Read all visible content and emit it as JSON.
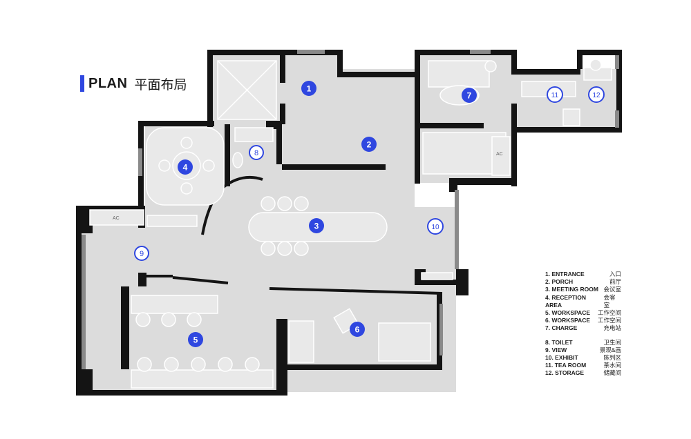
{
  "header": {
    "title_en": "PLAN",
    "title_cn": "平面布局"
  },
  "colors": {
    "accent": "#2f47e0",
    "wall": "#141414",
    "floor": "#dcdcdc",
    "window": "#8a8a8a"
  },
  "labels": {
    "ac": "AC"
  },
  "markers": [
    {
      "num": "1",
      "style": "filled"
    },
    {
      "num": "2",
      "style": "filled"
    },
    {
      "num": "3",
      "style": "filled"
    },
    {
      "num": "4",
      "style": "filled"
    },
    {
      "num": "5",
      "style": "filled"
    },
    {
      "num": "6",
      "style": "filled"
    },
    {
      "num": "7",
      "style": "filled"
    },
    {
      "num": "8",
      "style": "outline"
    },
    {
      "num": "9",
      "style": "outline"
    },
    {
      "num": "10",
      "style": "outline"
    },
    {
      "num": "11",
      "style": "outline"
    },
    {
      "num": "12",
      "style": "outline"
    }
  ],
  "legend": {
    "group1": [
      {
        "en": "1. ENTRANCE",
        "cn": "入口"
      },
      {
        "en": "2. PORCH",
        "cn": "前厅"
      },
      {
        "en": "3. MEETING ROOM",
        "cn": "会议室"
      },
      {
        "en": "4. RECEPTION AREA",
        "cn": "会客室"
      },
      {
        "en": "5. WORKSPACE",
        "cn": "工作空间"
      },
      {
        "en": "6. WORKSPACE",
        "cn": "工作空间"
      },
      {
        "en": "7. CHARGE",
        "cn": "充电站"
      }
    ],
    "group2": [
      {
        "en": "8. TOILET",
        "cn": "卫生间"
      },
      {
        "en": "9. VIEW",
        "cn": "景观&画"
      },
      {
        "en": "10. EXHIBIT",
        "cn": "陈列区"
      },
      {
        "en": "11. TEA ROOM",
        "cn": "茶水间"
      },
      {
        "en": "12. STORAGE",
        "cn": "储藏间"
      }
    ]
  }
}
